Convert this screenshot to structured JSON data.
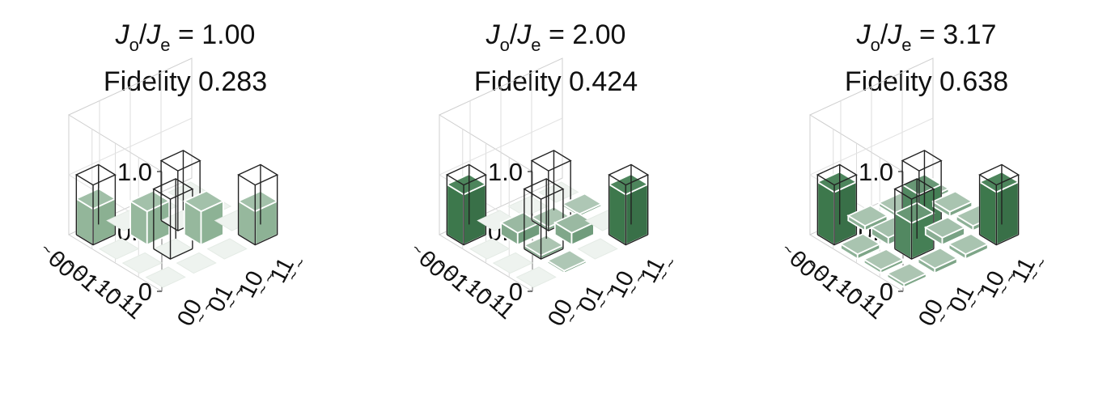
{
  "chart_data": [
    {
      "type": "bar3d",
      "title_parts": [
        "J",
        "o",
        "/",
        "J",
        "e",
        " = 1.00"
      ],
      "subtitle": "Fidelity 0.283",
      "zlim": [
        0,
        1
      ],
      "zticks": [
        "0",
        "0.5",
        "1.0"
      ],
      "row_labels": [
        "00",
        "01",
        "10",
        "11"
      ],
      "col_labels": [
        "00",
        "01",
        "10",
        "11"
      ],
      "measured": [
        [
          0.3,
          0,
          0,
          0
        ],
        [
          0,
          0.28,
          0,
          0
        ],
        [
          0,
          0,
          0.28,
          0
        ],
        [
          0,
          0,
          0,
          0.28
        ]
      ],
      "ideal": [
        [
          0.5,
          0,
          0,
          0
        ],
        [
          0,
          0,
          0.5,
          0
        ],
        [
          0,
          0.5,
          0,
          0
        ],
        [
          0,
          0,
          0,
          0.5
        ]
      ],
      "bar_color": "#86ad8e"
    },
    {
      "type": "bar3d",
      "title_parts": [
        "J",
        "o",
        "/",
        "J",
        "e",
        " = 2.00"
      ],
      "subtitle": "Fidelity 0.424",
      "zlim": [
        0,
        1
      ],
      "zticks": [
        "0",
        "0.5",
        "1.0"
      ],
      "row_labels": [
        "00",
        "01",
        "10",
        "11"
      ],
      "col_labels": [
        "00",
        "01",
        "10",
        "11"
      ],
      "measured": [
        [
          0.42,
          0,
          0,
          0
        ],
        [
          0,
          0.1,
          0.03,
          0.02
        ],
        [
          0,
          0.03,
          0.1,
          0
        ],
        [
          0,
          0.02,
          0,
          0.42
        ]
      ],
      "ideal": [
        [
          0.5,
          0,
          0,
          0
        ],
        [
          0,
          0,
          0.5,
          0
        ],
        [
          0,
          0.5,
          0,
          0
        ],
        [
          0,
          0,
          0,
          0.5
        ]
      ],
      "bar_color": "#3e7a4e"
    },
    {
      "type": "bar3d",
      "title_parts": [
        "J",
        "o",
        "/",
        "J",
        "e",
        " = 3.17"
      ],
      "subtitle": "Fidelity 0.638",
      "zlim": [
        0,
        1
      ],
      "zticks": [
        "0",
        "0.5",
        "1.0"
      ],
      "row_labels": [
        "00",
        "01",
        "10",
        "11"
      ],
      "col_labels": [
        "00",
        "01",
        "10",
        "11"
      ],
      "measured": [
        [
          0.44,
          0.04,
          0.03,
          0.03
        ],
        [
          0.04,
          0.06,
          0.3,
          0.04
        ],
        [
          0.03,
          0.3,
          0.06,
          0.04
        ],
        [
          0.03,
          0.04,
          0.04,
          0.44
        ]
      ],
      "ideal": [
        [
          0.5,
          0,
          0,
          0
        ],
        [
          0,
          0,
          0.5,
          0
        ],
        [
          0,
          0.5,
          0,
          0
        ],
        [
          0,
          0,
          0,
          0.5
        ]
      ],
      "bar_color": "#3e7a4e"
    }
  ]
}
